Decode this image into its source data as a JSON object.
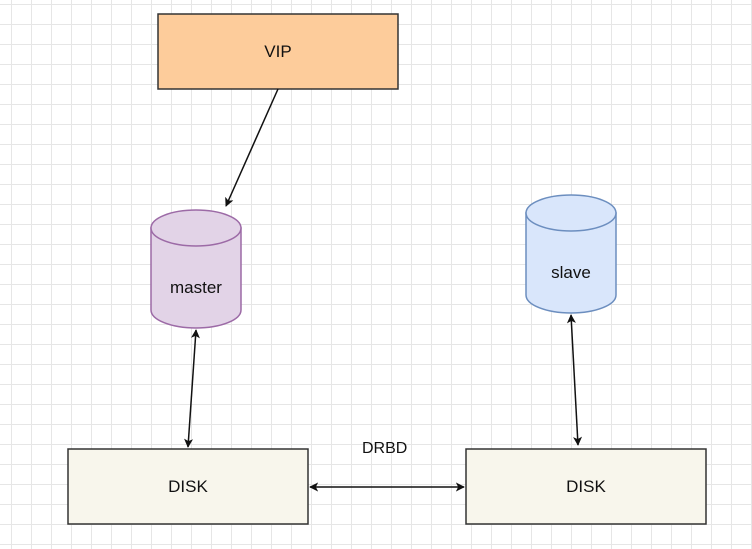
{
  "diagram": {
    "nodes": {
      "vip": {
        "label": "VIP",
        "shape": "rectangle",
        "fill": "#fdcc9b",
        "stroke": "#333333"
      },
      "master": {
        "label": "master",
        "shape": "cylinder",
        "fill": "#e2d3e7",
        "stroke": "#9c6aa6"
      },
      "slave": {
        "label": "slave",
        "shape": "cylinder",
        "fill": "#d9e6fb",
        "stroke": "#6c8ebf"
      },
      "disk_left": {
        "label": "DISK",
        "shape": "rectangle",
        "fill": "#f8f6ec",
        "stroke": "#333333"
      },
      "disk_right": {
        "label": "DISK",
        "shape": "rectangle",
        "fill": "#f8f6ec",
        "stroke": "#333333"
      }
    },
    "edges": {
      "vip_to_master": {
        "from": "vip",
        "to": "master",
        "direction": "forward"
      },
      "master_disk": {
        "from": "master",
        "to": "disk_left",
        "direction": "both"
      },
      "slave_disk": {
        "from": "slave",
        "to": "disk_right",
        "direction": "both"
      },
      "drbd": {
        "from": "disk_left",
        "to": "disk_right",
        "direction": "both",
        "label": "DRBD"
      }
    }
  }
}
